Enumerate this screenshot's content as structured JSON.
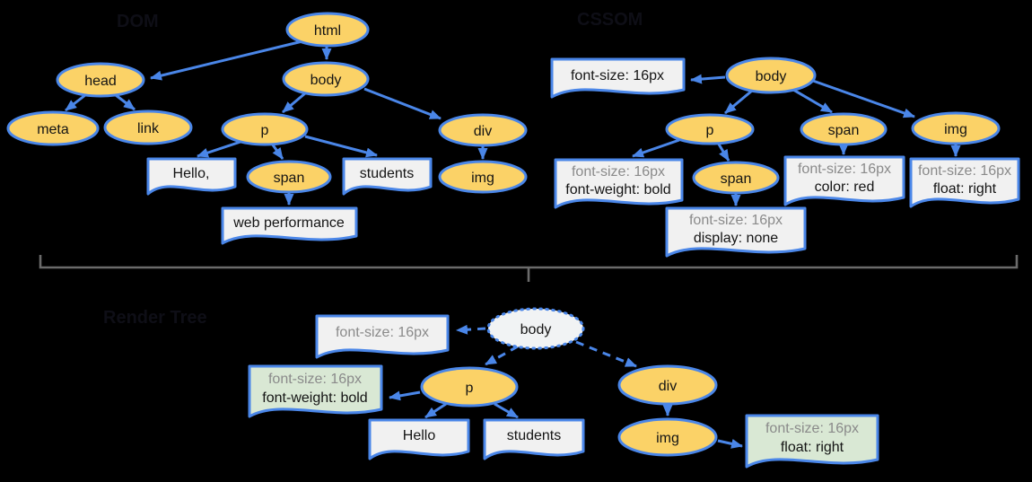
{
  "dom": {
    "title": "DOM",
    "nodes": {
      "html": "html",
      "head": "head",
      "body": "body",
      "meta": "meta",
      "link": "link",
      "p": "p",
      "span": "span",
      "div": "div",
      "img": "img"
    },
    "texts": {
      "hello": "Hello,",
      "students": "students",
      "web_performance": "web performance"
    }
  },
  "cssom": {
    "title": "CSSOM",
    "nodes": {
      "body": "body",
      "p": "p",
      "span": "span",
      "img": "img",
      "span_child": "span"
    },
    "styles": {
      "body": {
        "line1": "font-size: 16px"
      },
      "p": {
        "line1": "font-size: 16px",
        "line2": "font-weight: bold"
      },
      "span": {
        "line1": "font-size: 16px",
        "line2": "color: red"
      },
      "img": {
        "line1": "font-size: 16px",
        "line2": "float: right"
      },
      "span_child": {
        "line1": "font-size: 16px",
        "line2": "display: none"
      }
    }
  },
  "render": {
    "title": "Render Tree",
    "nodes": {
      "body": "body",
      "p": "p",
      "div": "div",
      "img": "img"
    },
    "texts": {
      "hello": "Hello",
      "students": "students"
    },
    "styles": {
      "body": {
        "line1": "font-size: 16px"
      },
      "p": {
        "line1": "font-size: 16px",
        "line2": "font-weight: bold"
      },
      "img": {
        "line1": "font-size: 16px",
        "line2": "float: right"
      }
    }
  },
  "colors": {
    "node_fill": "#fbd267",
    "diagram_blue": "#4a86e8",
    "box_fill": "#f1f1f1",
    "computed_style_green": "#d9e8d4",
    "render_body_fill": "#f1f3f4",
    "inherited_text_gray": "#8a8a8a",
    "brace_gray": "#6b6b6b",
    "background": "#000000"
  }
}
